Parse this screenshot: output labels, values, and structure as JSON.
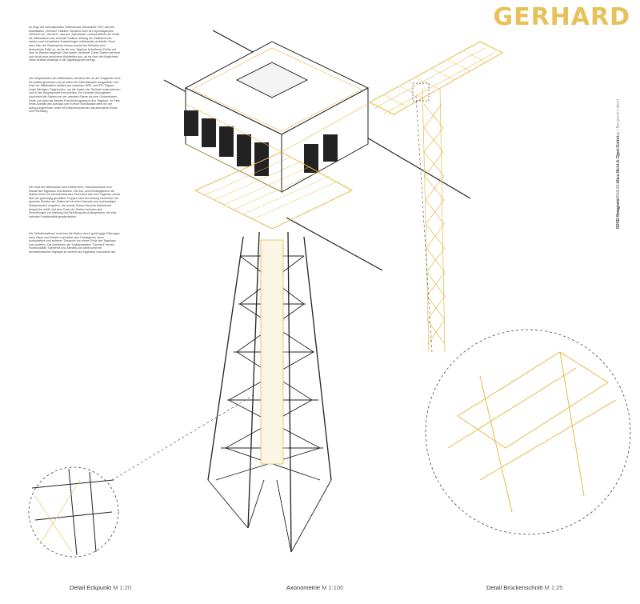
{
  "title": "GERHARD",
  "paragraphs": [
    "Im Zuge der Internationalen Gartenschau Ganzweiler 2027 wird die Mittelstation „Gerhard“ etabliert. Benannt nach der etymologischen Herkunft von „Gerhard“, was auf „Speerstark“ zurückzuführen ist, erfüllt die Mittelstation eine zentrale Funktion entlang der Seilbahnroute, welche zwei touristische Ausstellungen miteinander verbindet. Doch auch über die Gartenschau hinaus kommt der Seilbahn eine bedeutende Rolle zu, da sie die vom Tagebau betroffenen Dörfer mit dem im Westen liegenden Ganzweiler verbindet. Diese Station zeichnet sich durch eine besondere Architektur aus, da sie über die Möglichkeit eines direkten Abstiegs in die Tagebaugrube verfügt.",
    "Die Hauptfunktion der Mittelstation orientiert sich an der Tragweite eines Stromleitungsmastes und ist daher als Gitterfachwerk ausgebildet. Der Kopf der Mittelstation besteht aus massiven HEB- und IPE-Trägern, sowie flächigen Trägerrosten, um die Lasten der Seilbahn aufzunehmen und in das Hauptfachwerk einzuleiten. Ein zentraler Aufzugskern durchzieht die Station von der obersten Ebene bis zum Grubenboden hinab und dient als direkter Erschließungsweg in den Tagebau. Im Falle eines Ausfalls des Aufzugs oder in einer Notsituation dient die am Aufzug angelehnte Leiter mit Zwischenpodesten als alternative Route und Fluchtweg.",
    "Der Kopf der Mittelstation wird mittels einer Fachwerkbrücke vom Rande des Tagebaus erschlossen. Die Auf- und Einstiegsebene der Station bietet ein beeindruckendes Panorama über den Tagebau und ist über die großzügig gestaltete Treppen oder den Aufzug erreichbar. Die gesamte Struktur der Station ist mit einer Fassade aus hochwertigen Stahlpaneelen umgeben, die sowohl Schutz als auch ästhetische Ansprüche erfüllt. Auf dem Dach der Station befinden sich Einrichtungen zur Wartung und Belüftung des Aufzugskerns, die eine optimale Funktionalität gewährleisten.",
    "Die Seilbahnkabinen erreichen die Station durch großzügige Öffnungen nach Osten und Westen und bieten den Passagieren einen komfortablen und sicheren Transport von einem Ende des Tagebaus zum anderen. Die Architektur der Seilbahnstation \"Gerhard\" vereint Funktionalität, Sicherheit und Ästhetik und stellt somit ein architektonisches Highlight im Umfeld des Tagebaus Ganzweiler dar."
  ],
  "credits": {
    "line1_prefix": "SH Entwurf WS23/24",
    "line1_names": "Alice Mehl & Oguz Conut",
    "line2_prefix": "IBIKE /Imagines",
    "line2_rest": "Prof. Markus Allmann | Bettina Klinge | Benjamin Löbert"
  },
  "captions": [
    {
      "label": "Detail Eckpunkt",
      "scale": "M 1:20"
    },
    {
      "label": "Axonometrie",
      "scale": "M 1:100"
    },
    {
      "label": "Detail Brückenschnitt",
      "scale": "M 1:25"
    }
  ],
  "colors": {
    "accent": "#e8c15a",
    "line": "#222222",
    "structure": "#e8b94a"
  }
}
